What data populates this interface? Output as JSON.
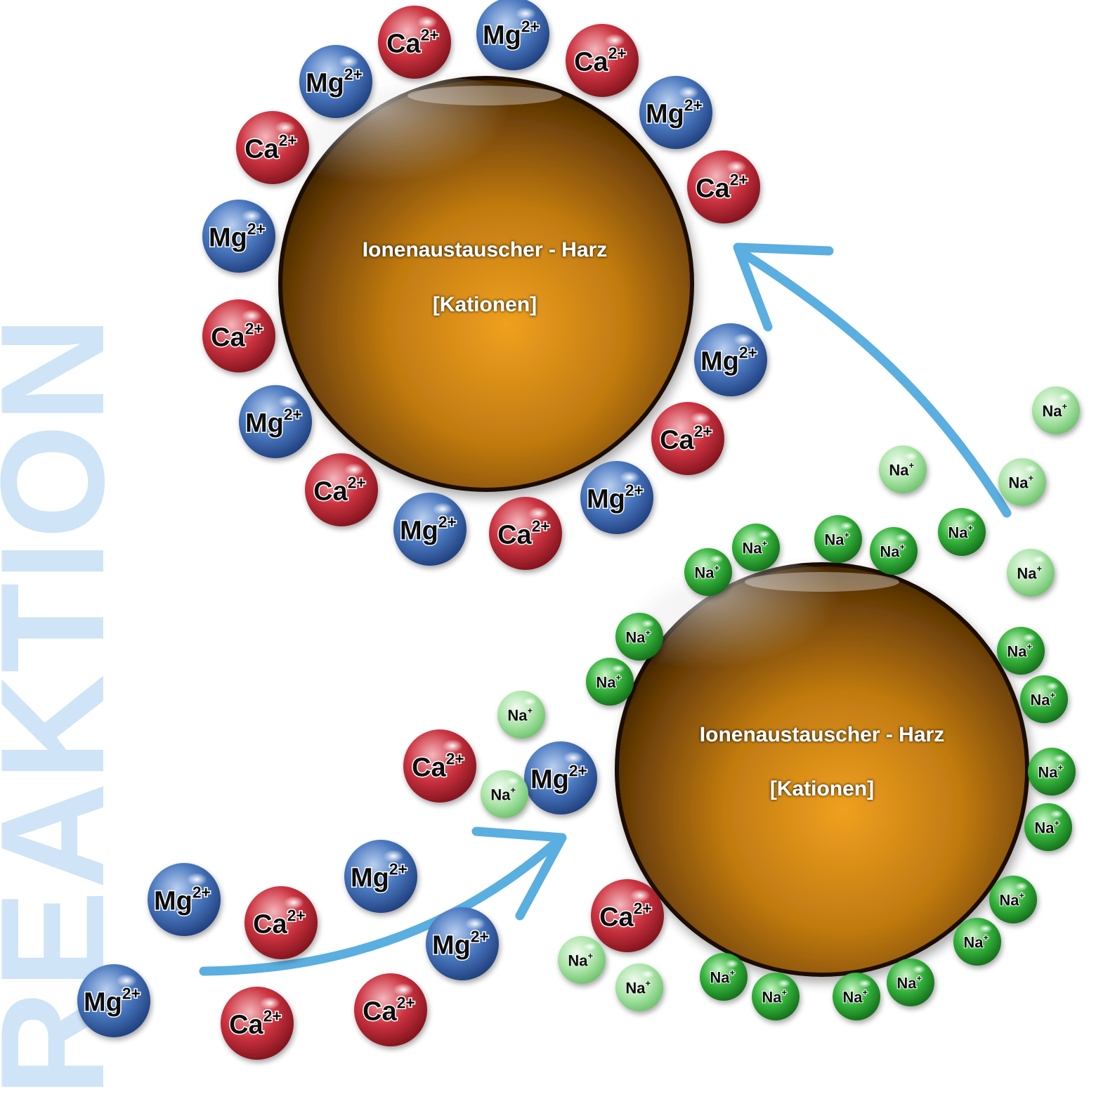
{
  "side_word": "REAKTION",
  "resins": [
    {
      "title": "Ionenaustauscher - Harz",
      "subtitle": "[Kationen]"
    },
    {
      "title": "Ionenaustauscher - Harz",
      "subtitle": "[Kationen]"
    }
  ],
  "ions": {
    "mg": {
      "symbol": "Mg",
      "charge": "2+"
    },
    "ca": {
      "symbol": "Ca",
      "charge": "2+"
    },
    "na": {
      "symbol": "Na",
      "charge": "+"
    }
  },
  "colors": {
    "mg": "#3f6fb5",
    "ca": "#c8303d",
    "na": "#2fae3a",
    "na_faded": "#9fe09f",
    "arrow": "#5aaee0",
    "resin": "#c87a10",
    "side_word": "#cfe4f6"
  }
}
